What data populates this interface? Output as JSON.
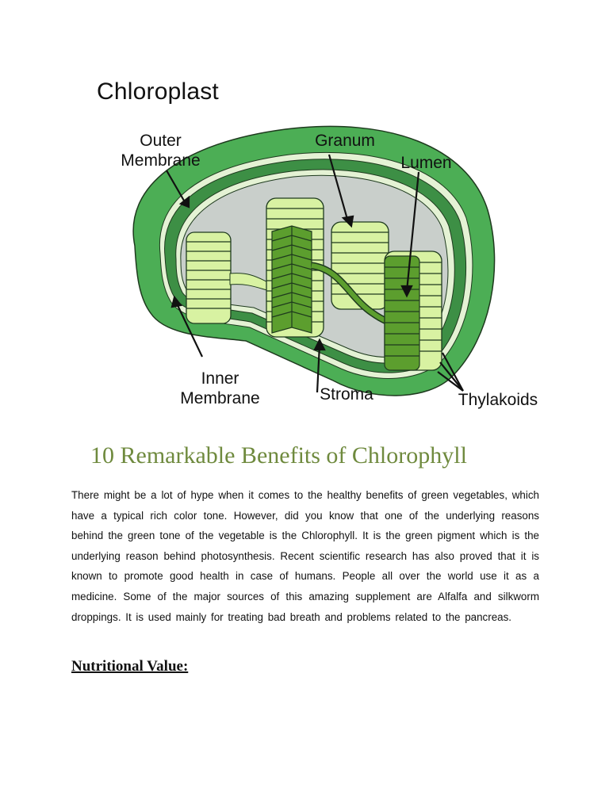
{
  "figure": {
    "title": "Chloroplast",
    "labels": {
      "outer_membrane": [
        "Outer",
        "Membrane"
      ],
      "granum": "Granum",
      "lumen": "Lumen",
      "inner_membrane": [
        "Inner",
        "Membrane"
      ],
      "stroma": "Stroma",
      "thylakoids": "Thylakoids"
    },
    "colors": {
      "outer_membrane": "#4cae55",
      "inner_membrane": "#3d8f45",
      "membrane_gap": "#e4f2d4",
      "stroma": "#c9cfcb",
      "granum_light": "#d8f2a2",
      "granum_dark": "#5c9e2e",
      "outline": "#1e3a1e"
    }
  },
  "article": {
    "heading": "10 Remarkable Benefits of Chlorophyll",
    "heading_color": "#6f8a3e",
    "paragraph": "There might be a lot of hype when it comes to the healthy benefits of green vegetables, which have a typical rich color tone. However, did you know that one of the underlying reasons behind the green tone of the vegetable is the Chlorophyll. It is the green pigment which is the underlying reason behind photosynthesis. Recent scientific research has also proved that it is known to promote good health in case of humans. People all over the world use it as a medicine. Some of the major sources of this amazing supplement are Alfalfa and silkworm droppings. It is used mainly for treating bad breath and problems related to the pancreas.",
    "sub_heading": "Nutritional Value:"
  }
}
